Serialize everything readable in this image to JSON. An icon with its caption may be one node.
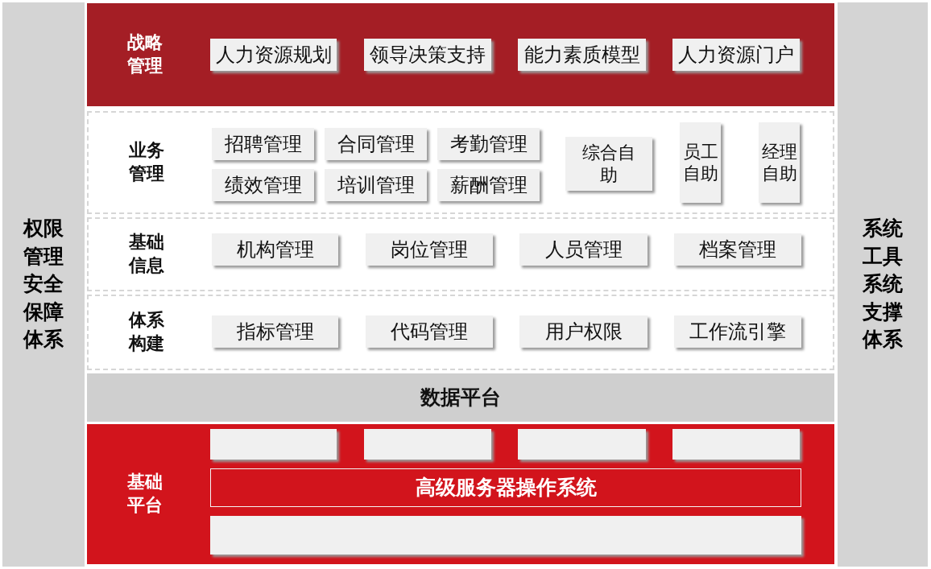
{
  "diagram": {
    "nodes": [
      {
        "text": [
          "权限管理安全保障体系"
        ]
      },
      {
        "text": [
          "战略管理"
        ]
      },
      {
        "text": [
          "人力资源规划"
        ],
        "in": 1
      },
      {
        "text": [
          "领导决策支持"
        ],
        "in": 1
      },
      {
        "text": [
          "能力素质模型"
        ],
        "in": 1
      },
      {
        "text": [
          "人力资源门户"
        ],
        "in": 1
      },
      {
        "text": [
          "业务管理"
        ]
      },
      {
        "text": [
          "招聘管理"
        ],
        "in": 6
      },
      {
        "text": [
          "合同管理"
        ],
        "in": 6
      },
      {
        "text": [
          "考勤管理"
        ],
        "in": 6
      },
      {
        "text": [
          "综合自助"
        ],
        "in": 6
      },
      {
        "text": [
          "员工自助"
        ],
        "in": 6
      },
      {
        "text": [
          "经理自助"
        ],
        "in": 6
      },
      {
        "text": [
          "绩效管理"
        ],
        "in": 6
      },
      {
        "text": [
          "培训管理"
        ],
        "in": 6
      },
      {
        "text": [
          "薪酬管理"
        ],
        "in": 6
      },
      {
        "text": [
          "基础信息"
        ]
      },
      {
        "text": [
          "机构管理"
        ],
        "in": 16
      },
      {
        "text": [
          "岗位管理"
        ],
        "in": 16
      },
      {
        "text": [
          "人员管理"
        ],
        "in": 16
      },
      {
        "text": [
          "档案管理"
        ],
        "in": 16
      },
      {
        "text": [
          "体系构建"
        ]
      },
      {
        "text": [
          "指标管理"
        ],
        "in": 21
      },
      {
        "text": [
          "代码管理"
        ],
        "in": 21
      },
      {
        "text": [
          "用户权限"
        ],
        "in": 21
      },
      {
        "text": [
          "工作流引擎"
        ],
        "in": 21
      },
      {
        "text": [
          "数据平台"
        ]
      },
      {
        "text": [
          "基础平台"
        ]
      },
      {
        "text": [],
        "shape": "box",
        "in": 27
      },
      {
        "text": [],
        "shape": "box",
        "in": 27
      },
      {
        "text": [],
        "shape": "box",
        "in": 27
      },
      {
        "text": [],
        "shape": "box",
        "in": 27
      },
      {
        "text": [
          "高级服务器操作系统"
        ],
        "in": 27
      },
      {
        "text": [],
        "shape": "box",
        "in": 27
      },
      {
        "text": [
          "系统工具系统支撑体系"
        ]
      }
    ]
  }
}
